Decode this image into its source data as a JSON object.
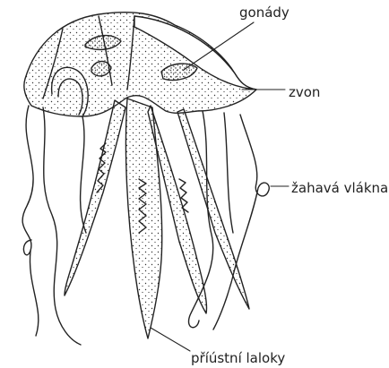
{
  "labels": {
    "gonads": "gonády",
    "bell": "zvon",
    "tentacles": "žahavá vlákna",
    "oral_arms": "příústní laloky"
  },
  "colors": {
    "ink": "#222222",
    "background": "#ffffff"
  }
}
